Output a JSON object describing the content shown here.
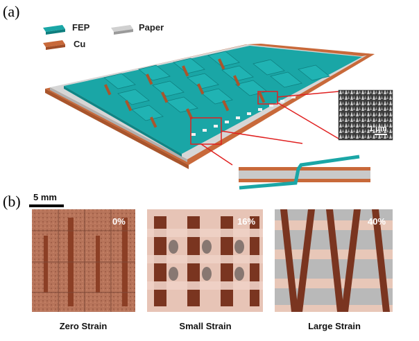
{
  "panels": {
    "a": {
      "label": "(a)"
    },
    "b": {
      "label": "(b)"
    }
  },
  "legend": {
    "fep": "FEP",
    "paper": "Paper",
    "cu": "Cu"
  },
  "colors": {
    "fep": "#1aa6a6",
    "cu": "#c8693a",
    "paper": "#c9c9c9",
    "callout": "#e02020"
  },
  "sem_inset": {
    "scale_label": "1 μm"
  },
  "scale_bar": {
    "label": "5 mm"
  },
  "photos": [
    {
      "strain_label": "0%",
      "caption": "Zero Strain"
    },
    {
      "strain_label": "16%",
      "caption": "Small Strain"
    },
    {
      "strain_label": "40%",
      "caption": "Large Strain"
    }
  ]
}
